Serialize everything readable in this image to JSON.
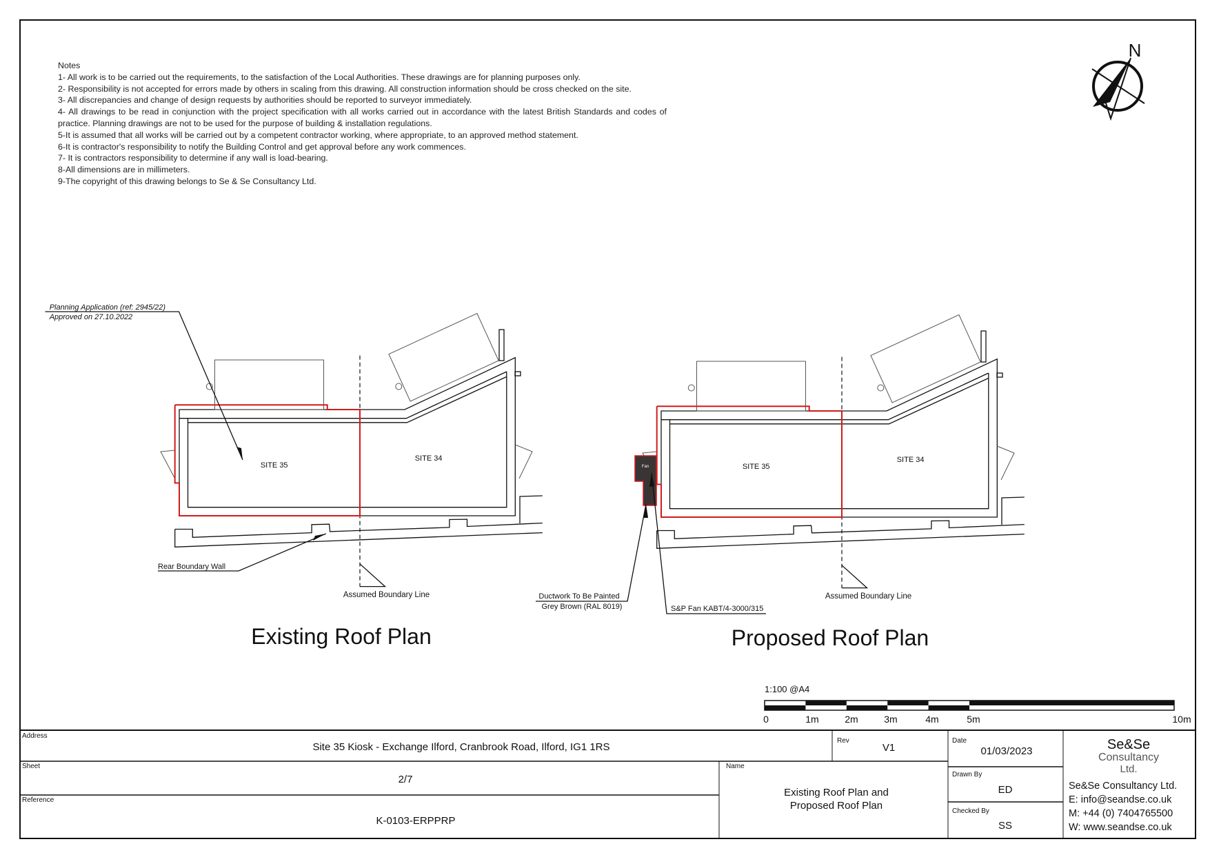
{
  "notes": {
    "heading": "Notes",
    "items": [
      "1- All work is to be carried out the requirements, to the satisfaction of the Local Authorities. These drawings are for planning purposes only.",
      "2- Responsibility is not accepted for errors made by others in scaling from this drawing. All construction information should be cross checked on the site.",
      "3- All discrepancies and change of design requests by authorities should be reported to surveyor immediately.",
      "4- All drawings to be read in conjunction with the project specification with all works carried out in accordance with the latest British Standards and codes of practice. Planning drawings are not to be used for the purpose of building & installation regulations.",
      "5-It is assumed that all works will be carried out by a competent contractor working, where appropriate, to an approved method statement.",
      "6-It is contractor's responsibility to notify the Building Control and get approval before any work commences.",
      "7- It is contractors responsibility to determine if any wall is load-bearing.",
      "8-All dimensions are in millimeters.",
      "9-The copyright of this drawing belongs to Se & Se Consultancy Ltd."
    ]
  },
  "compass": {
    "label": "N",
    "icon": "north-arrow-icon"
  },
  "existing_plan": {
    "title": "Existing Roof Plan",
    "annotation_line1": "Planning Application (ref: 2945/22)",
    "annotation_line2": "Approved on 27.10.2022",
    "site35": "SITE 35",
    "site34": "SITE 34",
    "rear_wall": "Rear Boundary Wall",
    "boundary": "Assumed Boundary Line"
  },
  "proposed_plan": {
    "title": "Proposed Roof Plan",
    "site35": "SITE 35",
    "site34": "SITE 34",
    "boundary": "Assumed Boundary Line",
    "fan_label": "Fan",
    "ductwork_line1": "Ductwork To Be Painted",
    "ductwork_line2": "Grey Brown (RAL 8019)",
    "fan_spec": "S&P Fan KABT/4-3000/315",
    "colors": {
      "redline": "#d11a1a",
      "duct": "#3b3434"
    }
  },
  "scale_bar": {
    "label": "1:100 @A4",
    "ticks": [
      "0",
      "1m",
      "2m",
      "3m",
      "4m",
      "5m",
      "10m"
    ]
  },
  "title_block": {
    "address_label": "Address",
    "address": "Site 35 Kiosk - Exchange Ilford, Cranbrook Road, Ilford, IG1 1RS",
    "rev_label": "Rev",
    "rev": "V1",
    "date_label": "Date",
    "date": "01/03/2023",
    "sheet_label": "Sheet",
    "sheet": "2/7",
    "reference_label": "Reference",
    "reference": "K-0103-ERPPRP",
    "name_label": "Name",
    "name_line1": "Existing Roof Plan and",
    "name_line2": "Proposed Roof Plan",
    "drawn_by_label": "Drawn By",
    "drawn_by": "ED",
    "checked_by_label": "Checked By",
    "checked_by": "SS",
    "logo_line1": "Se&Se",
    "logo_line2": "Consultancy",
    "logo_line3": "Ltd.",
    "company": "Se&Se Consultancy Ltd.",
    "email": "E: info@seandse.co.uk",
    "mobile": "M: +44 (0) 7404765500",
    "web": "W: www.seandse.co.uk"
  }
}
